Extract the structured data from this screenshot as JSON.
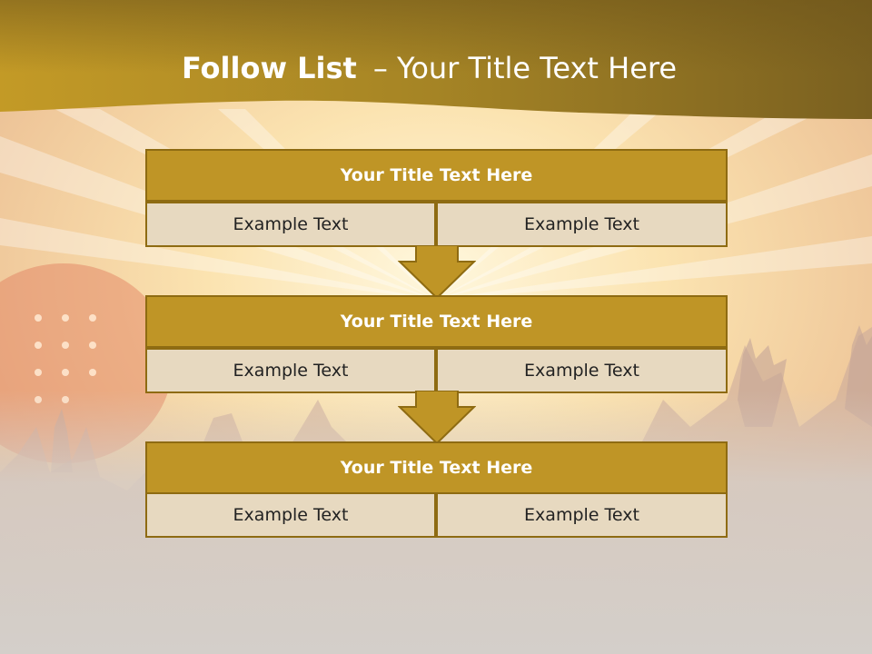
{
  "slide": {
    "title_bold": "Follow List",
    "title_rest": "– Your Title Text Here"
  },
  "colors": {
    "banner_gold": "#b88e24",
    "header_fill": "#bf9526",
    "cell_fill": "#e7d9c0",
    "border": "#8e6b12",
    "arrow_fill": "#bf9526"
  },
  "steps": [
    {
      "title": "Your Title Text Here",
      "left": "Example Text",
      "right": "Example Text"
    },
    {
      "title": "Your Title Text Here",
      "left": "Example Text",
      "right": "Example Text"
    },
    {
      "title": "Your Title Text Here",
      "left": "Example Text",
      "right": "Example Text"
    }
  ]
}
